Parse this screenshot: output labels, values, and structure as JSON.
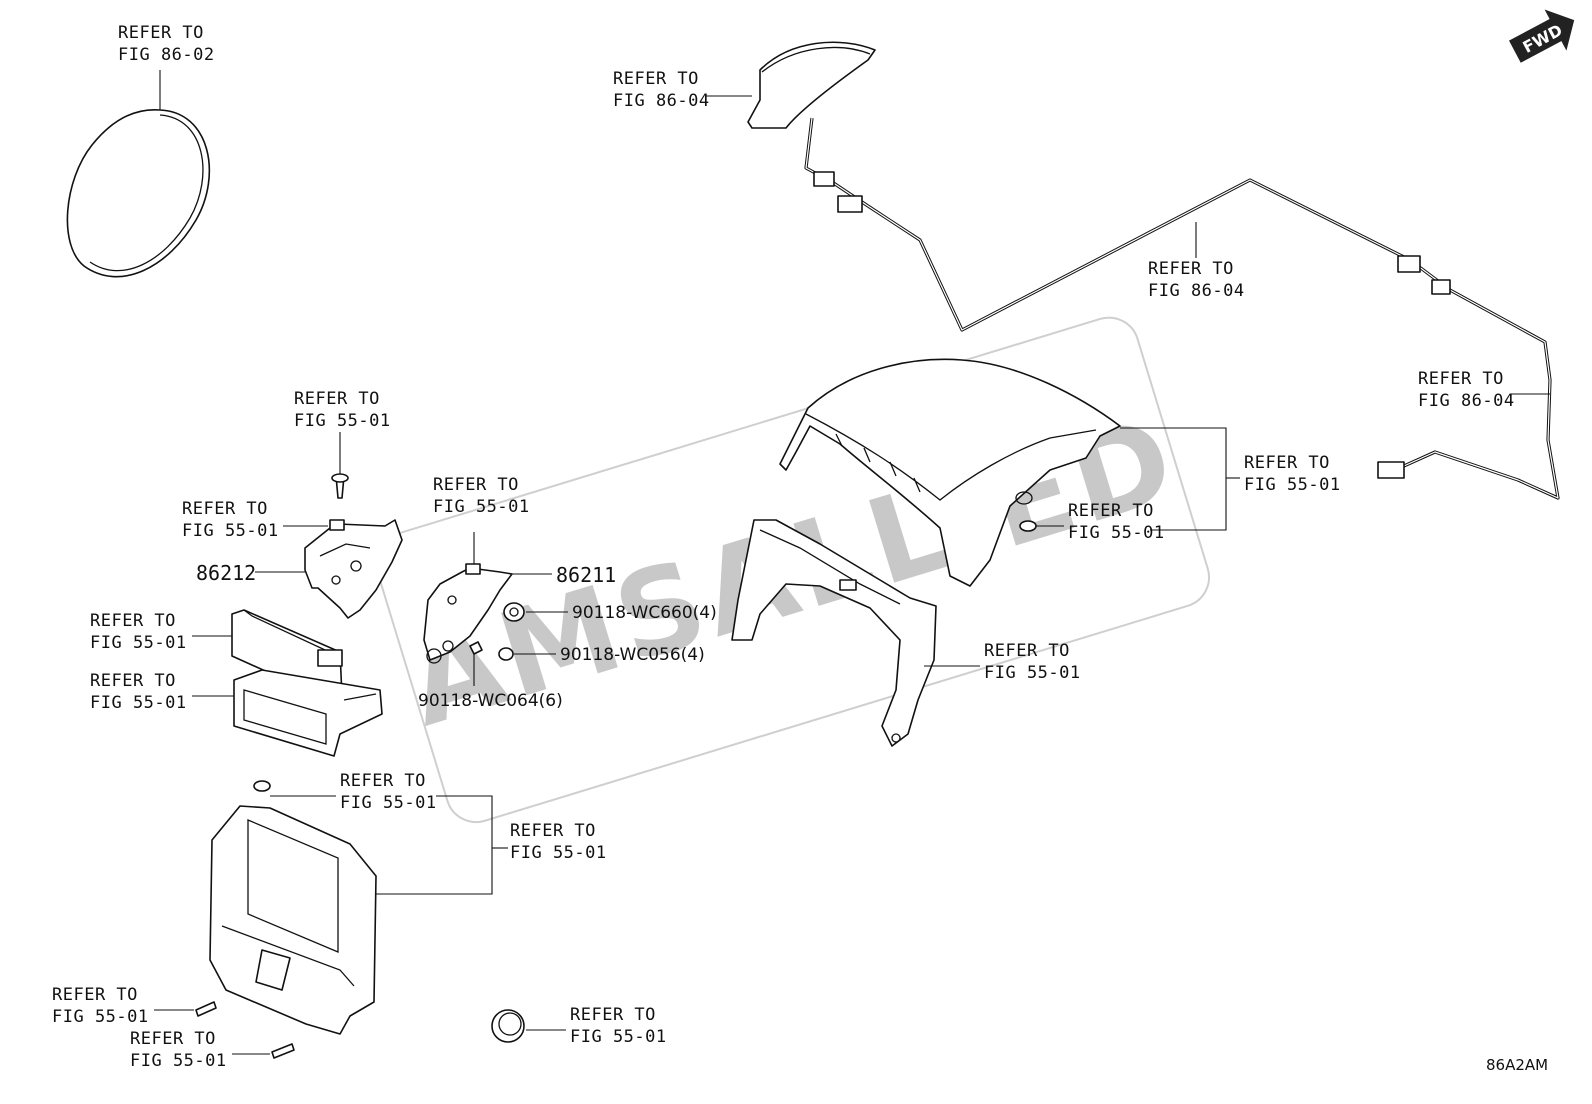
{
  "watermark": "AMSALLIED",
  "figure_code": "86A2AM",
  "fwd_label": "FWD",
  "callouts": {
    "speaker_grille": [
      "REFER TO",
      "FIG 86-02"
    ],
    "antenna": [
      "REFER TO",
      "FIG 86-04"
    ],
    "cable_mid": [
      "REFER TO",
      "FIG 86-04"
    ],
    "cable_end": [
      "REFER TO",
      "FIG 86-04"
    ],
    "bracket_screw": [
      "REFER TO",
      "FIG 55-01"
    ],
    "bracket_clip": [
      "REFER TO",
      "FIG 55-01"
    ],
    "bracket_right_clip": [
      "REFER TO",
      "FIG 55-01"
    ],
    "hood_outer": [
      "REFER TO",
      "FIG 55-01"
    ],
    "hood_clip": [
      "REFER TO",
      "FIG 55-01"
    ],
    "hood_inner": [
      "REFER TO",
      "FIG 55-01"
    ],
    "pocket_lid": [
      "REFER TO",
      "FIG 55-01"
    ],
    "pocket_box": [
      "REFER TO",
      "FIG 55-01"
    ],
    "panel_clip": [
      "REFER TO",
      "FIG 55-01"
    ],
    "panel": [
      "REFER TO",
      "FIG 55-01"
    ],
    "panel_screw_left": [
      "REFER TO",
      "FIG 55-01"
    ],
    "panel_screw_bottom": [
      "REFER TO",
      "FIG 55-01"
    ],
    "cap": [
      "REFER TO",
      "FIG 55-01"
    ]
  },
  "part_numbers": {
    "bracket_left": "86212",
    "bracket_right": "86211",
    "nut": "90118-WC660(4)",
    "screw_a": "90118-WC056(4)",
    "screw_b": "90118-WC064(6)"
  }
}
